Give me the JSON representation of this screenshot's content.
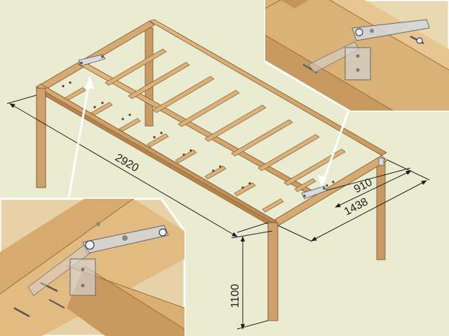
{
  "dimensions": {
    "length": "2920",
    "width": "910",
    "overall_width": "1438",
    "height": "1100"
  },
  "colors": {
    "background": "#eaecd2",
    "timber": "#d7a970",
    "timber_dark": "#b5844c",
    "timber_light": "#e6c08e",
    "hardware": "#cfd3d8",
    "line": "#1e1e1e",
    "inset_border": "#ffffff"
  },
  "icons": {
    "callout_arrow": "arrow-icon",
    "dimension_arrow": "arrowhead-icon"
  }
}
